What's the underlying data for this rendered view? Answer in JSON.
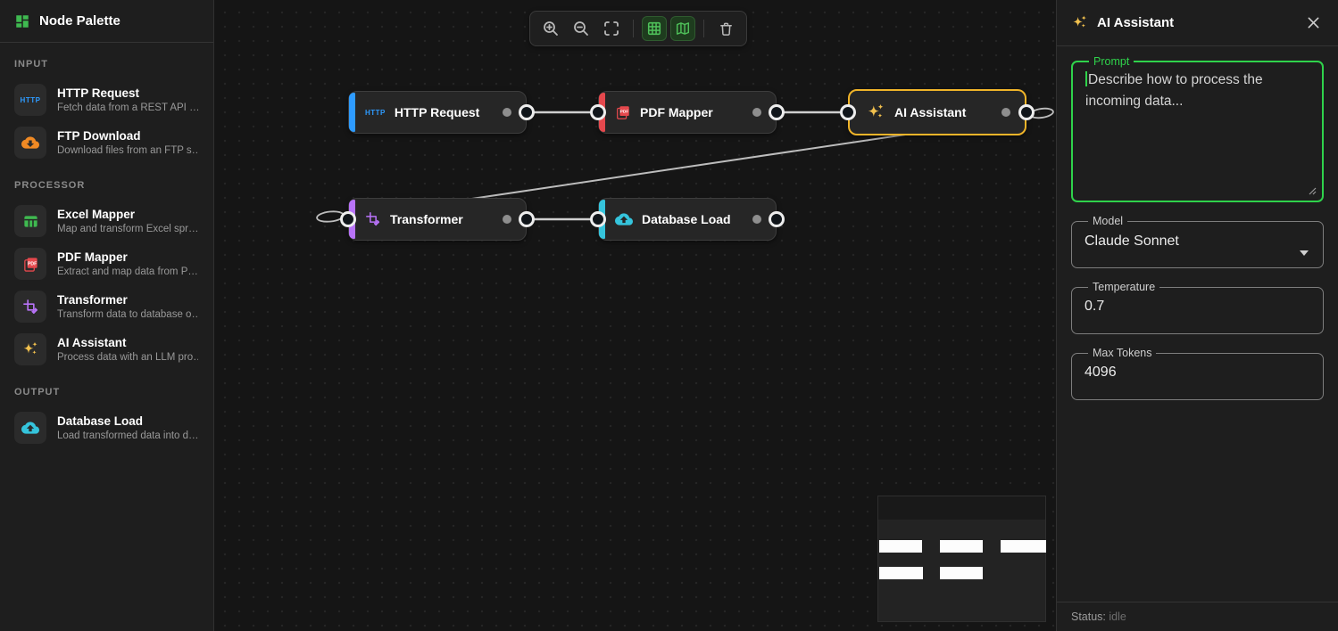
{
  "palette": {
    "title": "Node Palette",
    "sections": [
      {
        "label": "INPUT",
        "items": [
          {
            "name": "HTTP Request",
            "desc": "Fetch data from a REST API …",
            "icon": "http-icon",
            "accent": "#2e9bff"
          },
          {
            "name": "FTP Download",
            "desc": "Download files from an FTP s…",
            "icon": "cloud-download-icon",
            "accent": "#f08a24"
          }
        ]
      },
      {
        "label": "PROCESSOR",
        "items": [
          {
            "name": "Excel Mapper",
            "desc": "Map and transform Excel spr…",
            "icon": "table-icon",
            "accent": "#3fb950"
          },
          {
            "name": "PDF Mapper",
            "desc": "Extract and map data from P…",
            "icon": "pdf-icon",
            "accent": "#e5484d"
          },
          {
            "name": "Transformer",
            "desc": "Transform data to database o…",
            "icon": "crop-icon",
            "accent": "#b873f8"
          },
          {
            "name": "AI Assistant",
            "desc": "Process data with an LLM pro…",
            "icon": "sparkles-icon",
            "accent": "#f2c14e"
          }
        ]
      },
      {
        "label": "OUTPUT",
        "items": [
          {
            "name": "Database Load",
            "desc": "Load transformed data into d…",
            "icon": "cloud-upload-icon",
            "accent": "#35c4dc"
          }
        ]
      }
    ]
  },
  "icons": {
    "http_label": "HTTP",
    "pdf_label": "PDF"
  },
  "toolbar": {
    "active_color": "#4fc15a",
    "buttons": [
      {
        "name": "zoom-in",
        "active": false
      },
      {
        "name": "zoom-out",
        "active": false
      },
      {
        "name": "fit-view",
        "active": false
      },
      {
        "name": "grid-toggle",
        "active": true
      },
      {
        "name": "minimap-toggle",
        "active": true
      },
      {
        "name": "delete",
        "active": false
      }
    ]
  },
  "canvas": {
    "nodes": [
      {
        "title": "HTTP Request",
        "accent": "#2e9bff",
        "selected": false
      },
      {
        "title": "PDF Mapper",
        "accent": "#e5484d",
        "selected": false
      },
      {
        "title": "AI Assistant",
        "accent": "#f0b429",
        "selected": true
      },
      {
        "title": "Transformer",
        "accent": "#b873f8",
        "selected": false
      },
      {
        "title": "Database Load",
        "accent": "#35c4dc",
        "selected": false
      }
    ],
    "edges": [
      "HTTP Request → PDF Mapper",
      "PDF Mapper → AI Assistant",
      "AI Assistant → Transformer",
      "Transformer → Database Load"
    ]
  },
  "inspector": {
    "title": "AI Assistant",
    "prompt": {
      "label": "Prompt",
      "value": "Describe how to process the incoming data...",
      "accent": "#2fd24b"
    },
    "model": {
      "label": "Model",
      "value": "Claude Sonnet"
    },
    "temperature": {
      "label": "Temperature",
      "value": "0.7"
    },
    "max_tokens": {
      "label": "Max Tokens",
      "value": "4096"
    },
    "status_label": "Status:",
    "status_value": "idle"
  }
}
